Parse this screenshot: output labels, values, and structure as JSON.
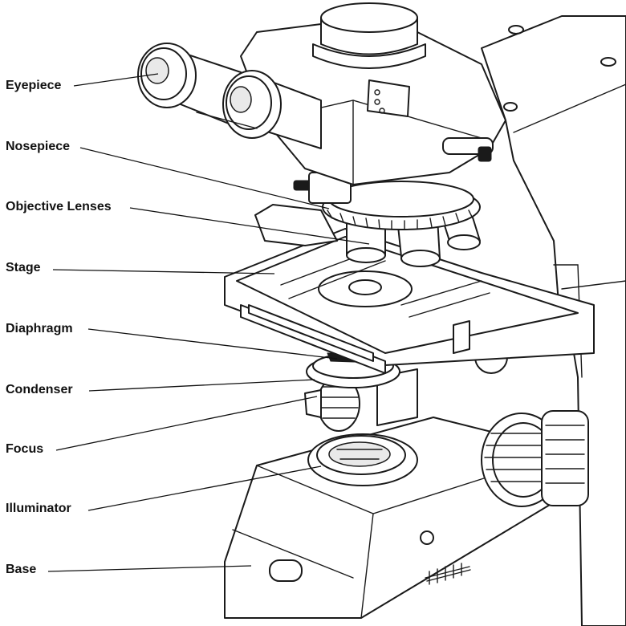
{
  "labels": {
    "eyepiece": "Eyepiece",
    "nosepiece": "Nosepiece",
    "objective_lenses": "Objective Lenses",
    "stage": "Stage",
    "diaphragm": "Diaphragm",
    "condenser": "Condenser",
    "focus": "Focus",
    "illuminator": "Illuminator",
    "base": "Base"
  }
}
